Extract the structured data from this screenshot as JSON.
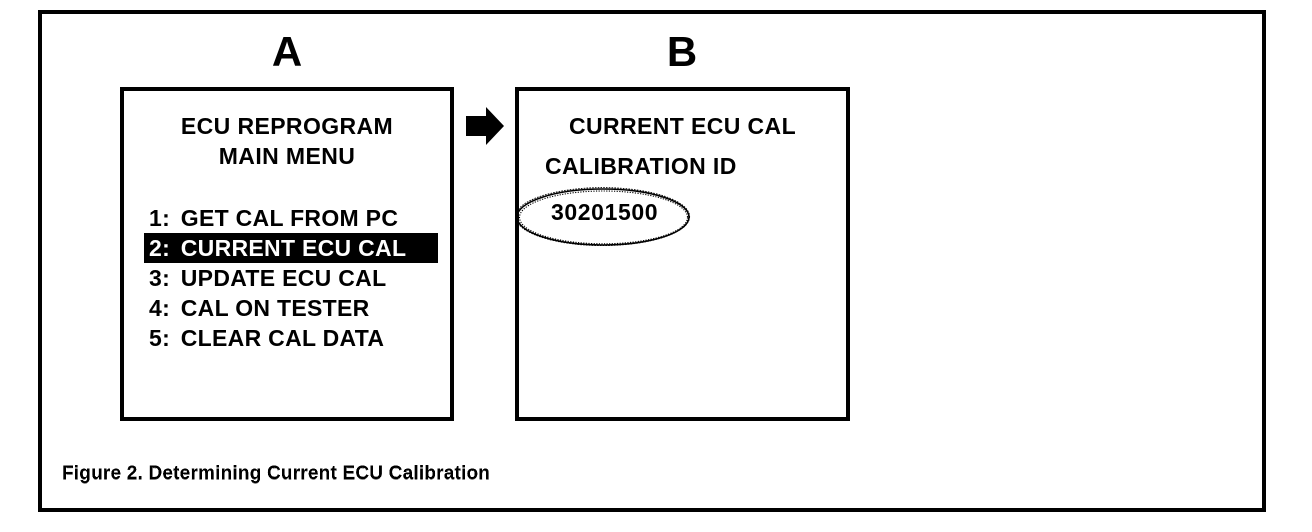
{
  "figure": {
    "caption": "Figure 2. Determining Current ECU Calibration",
    "panel_a_letter": "A",
    "panel_b_letter": "B",
    "arrow_icon": "right-arrow-icon",
    "frame_color": "#000000",
    "background_color": "#ffffff"
  },
  "screen_a": {
    "heading_line1": "ECU REPROGRAM",
    "heading_line2": "MAIN MENU",
    "menu_items": [
      {
        "index": "1:",
        "label": "GET CAL FROM PC",
        "selected": false
      },
      {
        "index": "2:",
        "label": "CURRENT ECU CAL",
        "selected": true
      },
      {
        "index": "3:",
        "label": "UPDATE ECU CAL",
        "selected": false
      },
      {
        "index": "4:",
        "label": "CAL ON TESTER",
        "selected": false
      },
      {
        "index": "5:",
        "label": "CLEAR CAL DATA",
        "selected": false
      }
    ],
    "selected_index": "2",
    "highlight_background": "#000000",
    "highlight_text_color": "#ffffff"
  },
  "screen_b": {
    "title": "CURRENT ECU CAL",
    "subtitle": "CALIBRATION ID",
    "calibration_id": "30201500",
    "annotation": "hand-drawn-ellipse-around-calibration-id"
  }
}
